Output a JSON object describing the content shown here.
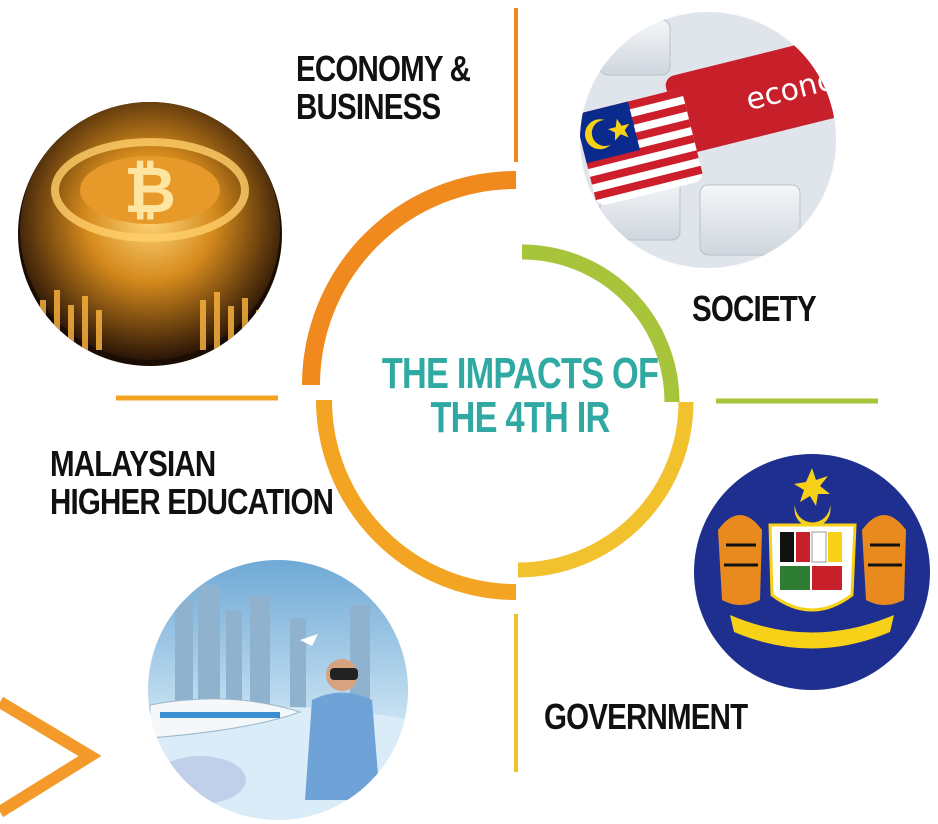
{
  "center": {
    "title_line1": "THE IMPACTS OF",
    "title_line2": "THE 4TH IR",
    "color": "#2fa9a2"
  },
  "quadrants": {
    "economy": {
      "label_line1": "ECONOMY &",
      "label_line2": "BUSINESS",
      "image": "bitcoin-circuit-image",
      "color": "#f08a1e"
    },
    "society": {
      "label": "SOCIETY",
      "image": "keyboard-malaysia-flag-econo-image",
      "key_text": "econo",
      "color": "#a8c43a"
    },
    "higher_education": {
      "label_line1": "MALAYSIAN",
      "label_line2": "HIGHER EDUCATION",
      "image": "vr-future-city-image",
      "color": "#f4a423"
    },
    "government": {
      "label": "GOVERNMENT",
      "image": "malaysia-coat-of-arms-image",
      "color": "#f2c12e"
    }
  },
  "decoration": {
    "chevron_color": "#f39a2b"
  }
}
